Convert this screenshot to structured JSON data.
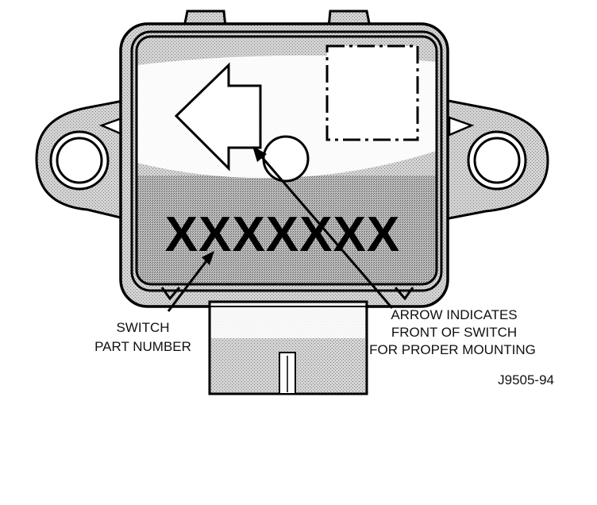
{
  "part_number_text": "XXXXXXX",
  "labels": {
    "switch_part_number_line1": "SWITCH",
    "switch_part_number_line2": "PART NUMBER",
    "arrow_note_line1": "ARROW INDICATES",
    "arrow_note_line2": "FRONT OF SWITCH",
    "arrow_note_line3": "FOR PROPER MOUNTING",
    "figure_id": "J9505-94"
  },
  "colors": {
    "ink": "#000000",
    "housing_fill": "#cfcfcf",
    "housing_dark": "#b8b8b8",
    "background": "#ffffff"
  }
}
